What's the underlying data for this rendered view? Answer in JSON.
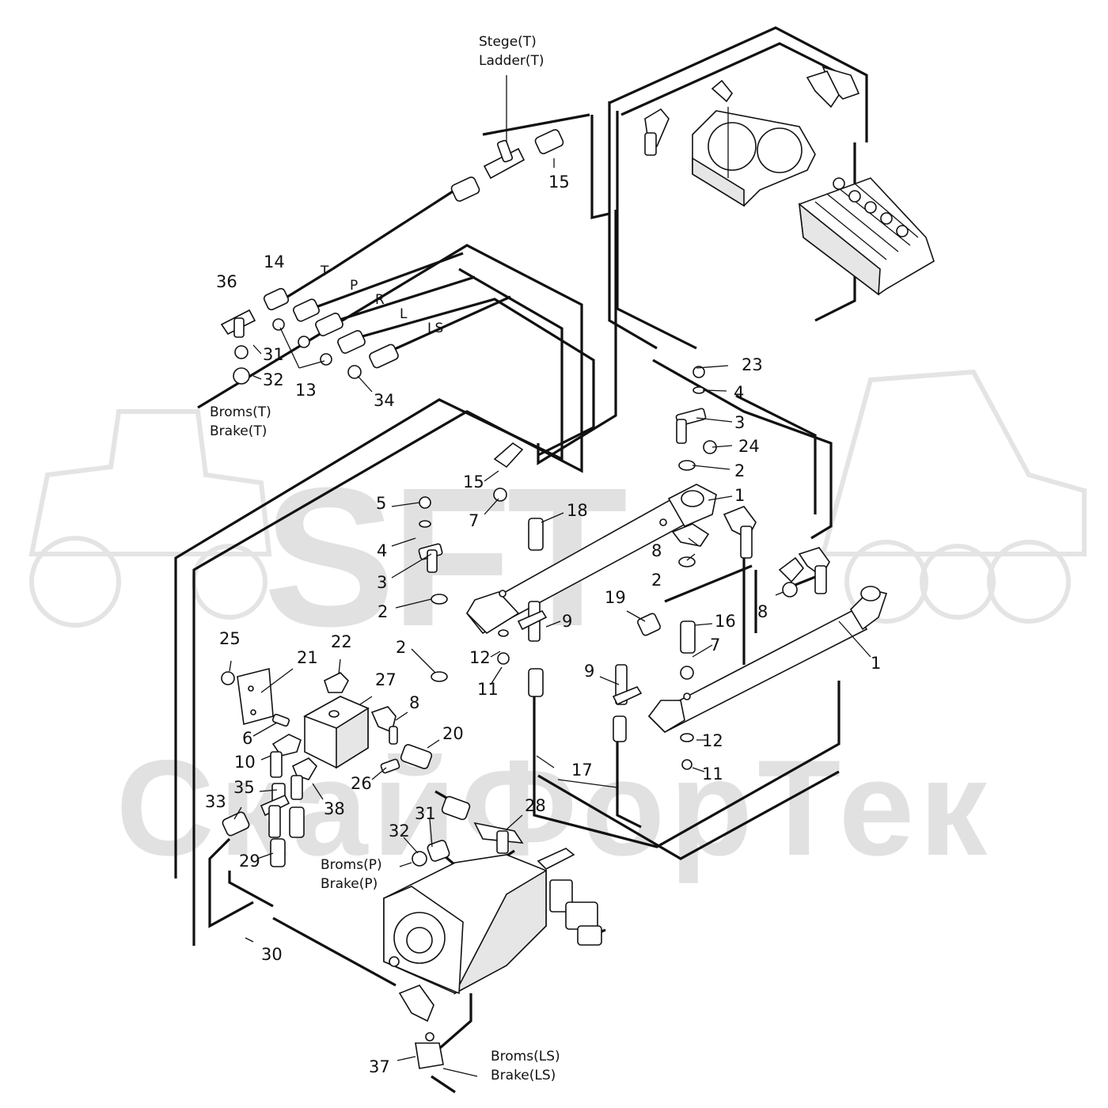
{
  "watermark": {
    "logo_text": "SFT",
    "company_text": "СкайФорТек"
  },
  "captions": {
    "ladder_sv": "Stege(T)",
    "ladder_en": "Ladder(T)",
    "brake_t_sv": "Broms(T)",
    "brake_t_en": "Brake(T)",
    "brake_p_sv": "Broms(P)",
    "brake_p_en": "Brake(P)",
    "brake_ls_sv": "Broms(LS)",
    "brake_ls_en": "Brake(LS)"
  },
  "line_letters": {
    "t": "T",
    "p": "P",
    "r": "R",
    "l": "L",
    "ls": "LS"
  },
  "callouts": [
    "15",
    "14",
    "36",
    "31",
    "32",
    "13",
    "34",
    "23",
    "4",
    "3",
    "24",
    "2",
    "1",
    "15",
    "18",
    "5",
    "7",
    "4",
    "3",
    "2",
    "8",
    "2",
    "19",
    "16",
    "7",
    "9",
    "1",
    "8",
    "9",
    "2",
    "12",
    "11",
    "25",
    "21",
    "22",
    "27",
    "8",
    "6",
    "20",
    "10",
    "26",
    "35",
    "33",
    "38",
    "31",
    "32",
    "28",
    "29",
    "17",
    "12",
    "11",
    "30",
    "37"
  ],
  "colors": {
    "ink": "#111111",
    "watermark": "#e1e1e1",
    "background": "#ffffff"
  }
}
